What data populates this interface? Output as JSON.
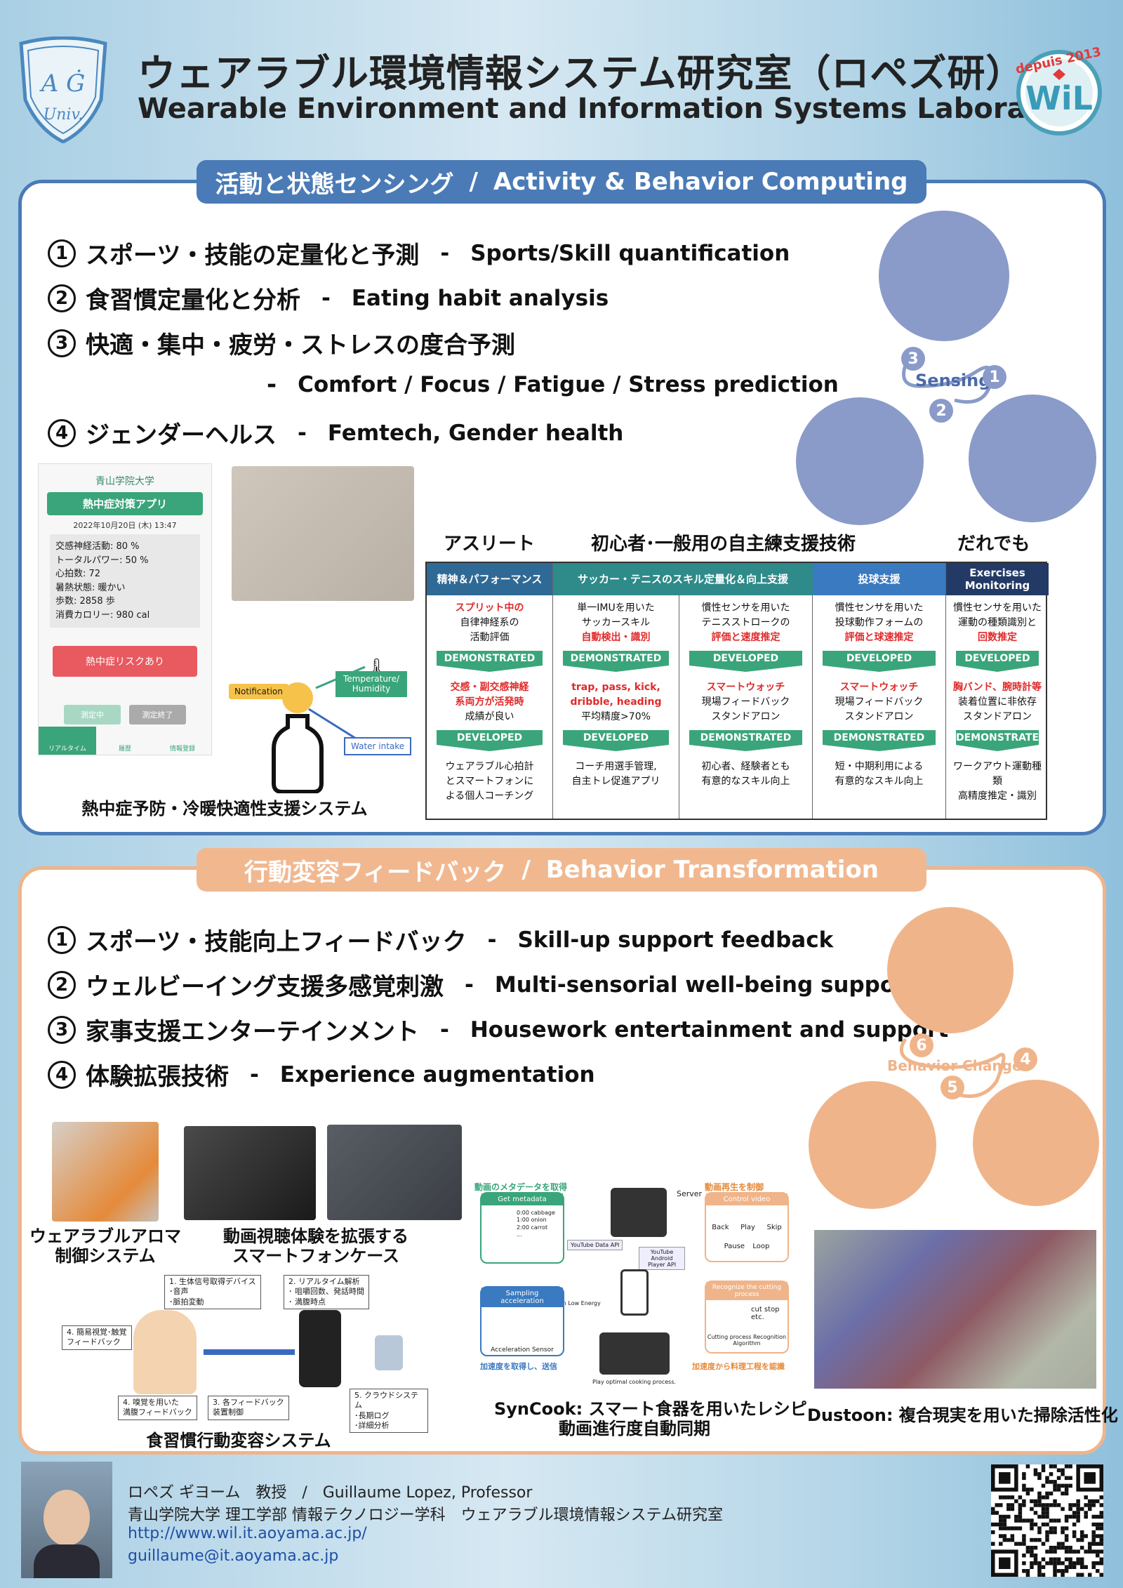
{
  "header": {
    "title_ja": "ウェアラブル環境情報システム研究室（ロペズ研）",
    "title_en": "Wearable Environment and Information Systems Laboratory",
    "badge_text": "depuis 2013",
    "badge_logo": "WiL",
    "shield_text": "Univ."
  },
  "section1": {
    "banner_ja": "活動と状態センシング",
    "banner_sep": "/",
    "banner_en": "Activity & Behavior Computing",
    "items": [
      {
        "num": "1",
        "ja": "スポーツ・技能の定量化と予測",
        "dash": "-",
        "en": "Sports/Skill quantification"
      },
      {
        "num": "2",
        "ja": "食習慣定量化と分析",
        "dash": "-",
        "en": "Eating habit analysis"
      },
      {
        "num": "3",
        "ja": "快適・集中・疲労・ストレスの度合予測",
        "dash": "-",
        "en": "Comfort / Focus / Fatigue / Stress prediction"
      },
      {
        "num": "4",
        "ja": "ジェンダーヘルス",
        "dash": "-",
        "en": "Femtech, Gender health"
      }
    ],
    "diagram_label": "Sensing",
    "diagram_nums": [
      "3",
      "1",
      "2"
    ],
    "app": {
      "univ": "青山学院大学",
      "name": "熱中症対策アプリ",
      "date": "2022年10月20日 (木) 13:47",
      "stats": [
        "交感神経活動: 80 %",
        "トータルパワー: 50 %",
        "心拍数: 72",
        "暑熱状態: 暖かい",
        "歩数: 2858 歩",
        "消費カロリー: 980 cal"
      ],
      "risk": "熱中症リスクあり",
      "btn1": "測定中",
      "btn2": "測定終了",
      "nav": [
        "リアルタイム",
        "履歴",
        "情報登録"
      ]
    },
    "sensor_labels": {
      "notification": "Notification",
      "temp": "Temperature/ Humidity",
      "water": "Water intake"
    },
    "caption_heat": "熱中症予防・冷暖快適性支援システム",
    "table_top": {
      "athlete": "アスリート",
      "beginner": "初心者･一般用の自主練支援技術",
      "anyone": "だれでも"
    },
    "table": [
      {
        "head": "精神＆パフォーマンス",
        "color": "#2f6a96",
        "c1": [
          "スプリット中の",
          "自律神経系の",
          "活動評価"
        ],
        "c1red": [
          0
        ],
        "t1": "DEMONSTRATED",
        "c2": [
          "交感・副交感神経",
          "系両方が活発時",
          "成績が良い"
        ],
        "c2red": [
          0,
          1
        ],
        "t2": "DEVELOPED",
        "c3": [
          "ウェアラブル心拍計",
          "とスマートフォンに",
          "よる個人コーチング"
        ],
        "c3red": []
      },
      {
        "head": "サッカー・テニスのスキル定量化＆向上支援",
        "color": "#2f8a8a",
        "c1": [
          "単一IMUを用いた",
          "サッカースキル",
          "自動検出・識別"
        ],
        "c1red": [
          2
        ],
        "t1": "DEMONSTRATED",
        "c2": [
          "trap, pass, kick,",
          "dribble, heading",
          "平均精度>70%"
        ],
        "c2red": [
          0,
          1
        ],
        "t2": "DEVELOPED",
        "c3": [
          "コーチ用選手管理,",
          "自主トレ促進アプリ"
        ],
        "c3red": []
      },
      {
        "head": "",
        "color": "#2f8a8a",
        "c1": [
          "慣性センサを用いた",
          "テニスストロークの",
          "評価と速度推定"
        ],
        "c1red": [
          2
        ],
        "t1": "DEVELOPED",
        "c2": [
          "スマートウォッチ",
          "現場フィードバック",
          "スタンドアロン"
        ],
        "c2red": [
          0
        ],
        "t2": "DEMONSTRATED",
        "c3": [
          "初心者、経験者とも",
          "有意的なスキル向上"
        ],
        "c3red": []
      },
      {
        "head": "投球支援",
        "color": "#3a7ac0",
        "c1": [
          "慣性センサを用いた",
          "投球動作フォームの",
          "評価と球速推定"
        ],
        "c1red": [
          2
        ],
        "t1": "DEVELOPED",
        "c2": [
          "スマートウォッチ",
          "現場フィードバック",
          "スタンドアロン"
        ],
        "c2red": [
          0
        ],
        "t2": "DEMONSTRATED",
        "c3": [
          "短・中期利用による",
          "有意的なスキル向上"
        ],
        "c3red": []
      },
      {
        "head": "Exercises Monitoring",
        "color": "#233a66",
        "c1": [
          "慣性センサを用いた",
          "運動の種類識別と",
          "回数推定"
        ],
        "c1red": [
          2
        ],
        "t1": "DEVELOPED",
        "c2": [
          "胸バンド、腕時計等",
          "装着位置に非依存",
          "スタンドアロン"
        ],
        "c2red": [
          0
        ],
        "t2": "DEMONSTRATED",
        "c3": [
          "ワークアウト運動種類",
          "高精度推定・識別"
        ],
        "c3red": []
      }
    ]
  },
  "section2": {
    "banner_ja": "行動変容フィードバック",
    "banner_sep": "/",
    "banner_en": "Behavior Transformation",
    "items": [
      {
        "num": "1",
        "ja": "スポーツ・技能向上フィードバック",
        "dash": "-",
        "en": "Skill-up support feedback"
      },
      {
        "num": "2",
        "ja": "ウェルビーイング支援多感覚刺激",
        "dash": "-",
        "en": "Multi-sensorial well-being support"
      },
      {
        "num": "3",
        "ja": "家事支援エンターテインメント",
        "dash": "-",
        "en": "Housework entertainment and support"
      },
      {
        "num": "4",
        "ja": "体験拡張技術",
        "dash": "-",
        "en": "Experience augmentation"
      }
    ],
    "diagram_label": "Behavior Change",
    "diagram_nums": [
      "6",
      "4",
      "5"
    ],
    "caption_aroma": [
      "ウェアラブルアロマ",
      "制御システム"
    ],
    "caption_case": [
      "動画視聴体験を拡張する",
      "スマートフォンケース"
    ],
    "eating_labels": [
      "1. 生体信号取得デバイス",
      "･音声",
      "･脈拍変動",
      "2. リアルタイム解析",
      "･ 咀嚼回数、発話時間",
      "･ 満腹時点",
      "4. 簡易視覚･触覚",
      "フィードバック",
      "4. 嗅覚を用いた",
      "満腹フィードバック",
      "3. 各フィードバック",
      "装置制御",
      "5. クラウドシステム",
      "･長期ログ",
      "･詳細分析"
    ],
    "caption_eating": "食習慣行動変容システム",
    "syncook_labels": {
      "get_meta_ja": "動画のメタデータを取得",
      "get_meta": "Get metadata",
      "server": "Server",
      "yt_api": "YouTube Data API",
      "yt_player": "YouTube Android Player API",
      "control_ja": "動画再生を制御",
      "control": "Control video",
      "back": "Back",
      "play": "Play",
      "skip": "Skip",
      "pause": "Pause",
      "loop": "Loop",
      "ble": "Bluetooth Low Energy",
      "sampling": "Sampling acceleration",
      "accel": "Acceleration Sensor",
      "accel_ja": "加速度を取得し、送信",
      "recognize": "Recognize the cutting process",
      "cut": "cut stop etc.",
      "algo": "Cutting process Recognition Algorithm",
      "recog_ja": "加速度から料理工程を認識",
      "play_opt": "Play optimal cooking process.",
      "meta_list": [
        "0:00 cabbage",
        "1:00 onion",
        "2:00 carrot",
        "..."
      ]
    },
    "caption_syncook": [
      "SynCook: スマート食器を用いたレシピ",
      "動画進行度自動同期"
    ],
    "caption_dustoon": "Dustoon: 複合現実を用いた掃除活性化"
  },
  "footer": {
    "name": "ロペズ ギヨーム　教授　/　Guillaume Lopez, Professor",
    "affiliation": "青山学院大学 理工学部 情報テクノロジー学科　ウェアラブル環境情報システム研究室",
    "url": "http://www.wil.it.aoyama.ac.jp/",
    "email": "guillaume@it.aoyama.ac.jp"
  },
  "colors": {
    "blue": "#4a7bb7",
    "orange": "#f0b48a",
    "green": "#3aa57a",
    "red": "#e02a2a"
  }
}
